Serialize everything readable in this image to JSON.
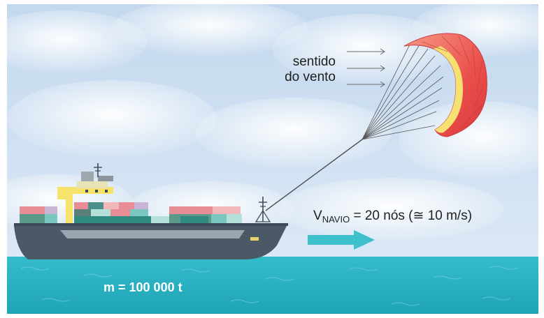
{
  "wind": {
    "line1": "sentido",
    "line2": "do vento"
  },
  "ship_speed": {
    "prefix": "V",
    "subscript": "NAVIO",
    "value": "= 20 nós (≅ 10 m/s)"
  },
  "mass": "m = 100 000 t",
  "colors": {
    "sky_top": "#c9dcef",
    "cloud": "#f4f8fc",
    "sea": "#2fb6c4",
    "hull": "#4b5966",
    "hull_stripe": "#9aa6b0",
    "kite_fill": "#e9544f",
    "kite_edge": "#f6e071",
    "arrow": "#3fc0cd",
    "accent_yellow": "#f5e36b"
  }
}
